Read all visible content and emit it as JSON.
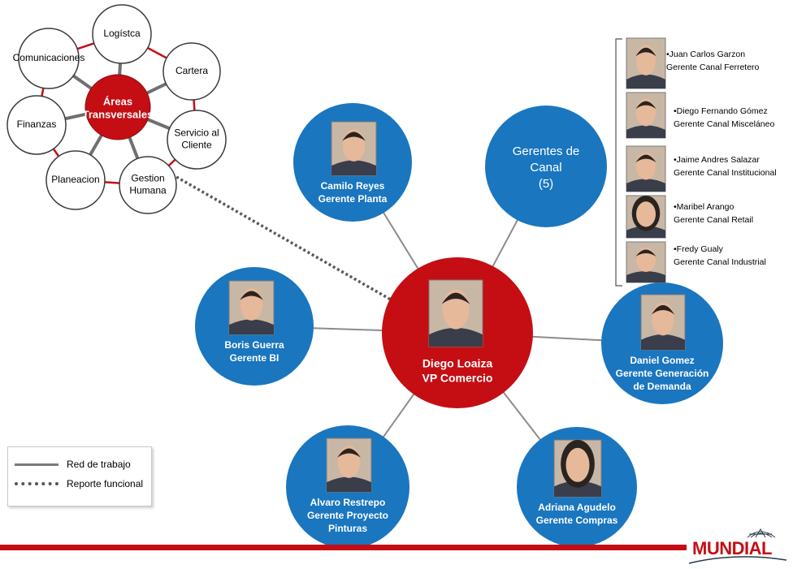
{
  "transversal": {
    "center": [
      "Áreas",
      "Transversales"
    ],
    "nodes": [
      {
        "lines": [
          "Logístca"
        ]
      },
      {
        "lines": [
          "Cartera"
        ]
      },
      {
        "lines": [
          "Servicio al",
          "Cliente"
        ]
      },
      {
        "lines": [
          "Gestion",
          "Humana"
        ]
      },
      {
        "lines": [
          "Planeacion"
        ]
      },
      {
        "lines": [
          "Finanzas"
        ]
      },
      {
        "lines": [
          "Comunicaciones"
        ]
      }
    ]
  },
  "center_person": {
    "name": "Diego Loaiza",
    "role": "VP Comercio"
  },
  "managers": [
    {
      "name": "Camilo Reyes",
      "role": "Gerente  Planta"
    },
    {
      "name": "Boris Guerra",
      "role": "Gerente  BI"
    },
    {
      "name": "Alvaro Restrepo",
      "role": "Gerente Proyecto",
      "role2": "Pinturas"
    },
    {
      "name": "Adriana Agudelo",
      "role": "Gerente Compras"
    },
    {
      "name": "Daniel Gomez",
      "role": "Gerente Generación",
      "role2": "de Demanda"
    }
  ],
  "canal_group": {
    "lines": [
      "Gerentes de",
      "Canal",
      "(5)"
    ]
  },
  "canal_list": [
    {
      "name": "•Juan Carlos Garzon",
      "role": "Gerente Canal Ferretero"
    },
    {
      "name": "•Diego Fernando Gómez",
      "role": "Gerente Canal Misceláneo"
    },
    {
      "name": "•Jaime Andres Salazar",
      "role": "Gerente Canal Institucional"
    },
    {
      "name": "•Maribel Arango",
      "role": "Gerente Canal Retail"
    },
    {
      "name": "•Fredy Gualy",
      "role": "Gerente Canal Industrial"
    }
  ],
  "legend": {
    "network": "Red de trabajo",
    "functional": "Reporte funcional"
  },
  "logo": {
    "text": "MUNDIAL"
  },
  "colors": {
    "blue": "#1a76bf",
    "red": "#c40e14",
    "gray_line": "#8c8c8c",
    "ring_red": "#c40e14"
  }
}
